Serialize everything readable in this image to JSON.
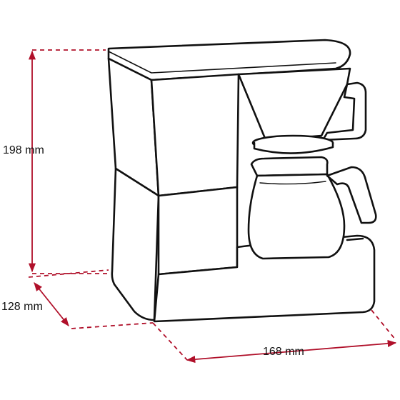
{
  "dimensions": {
    "height": {
      "label": "198 mm",
      "value": 198,
      "unit": "mm"
    },
    "depth": {
      "label": "128 mm",
      "value": 128,
      "unit": "mm"
    },
    "width": {
      "label": "168 mm",
      "value": 168,
      "unit": "mm"
    }
  },
  "colors": {
    "dimension_line": "#b0102a",
    "outline": "#111111",
    "background": "#ffffff"
  },
  "icons": {
    "product": "coffee-maker-icon",
    "carafe": "carafe-icon",
    "filter": "filter-holder-icon"
  }
}
